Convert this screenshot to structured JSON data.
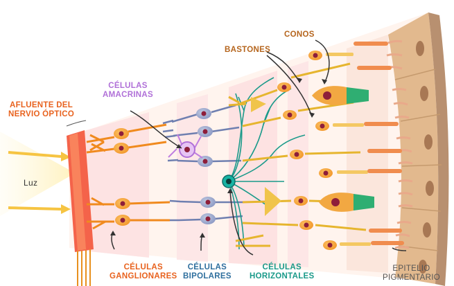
{
  "labels": {
    "afluente": {
      "line1": "AFLUENTE DEL",
      "line2": "NERVIO ÓPTICO"
    },
    "amacrinas": {
      "line1": "CÉLULAS",
      "line2": "AMACRINAS"
    },
    "bastones": "BASTONES",
    "conos": "CONOS",
    "luz": "Luz",
    "ganglionares": {
      "line1": "CÉLULAS",
      "line2": "GANGLIONARES"
    },
    "bipolares": {
      "line1": "CÉLULAS",
      "line2": "BIPOLARES"
    },
    "horizontales": {
      "line1": "CÉLULAS",
      "line2": "HORIZONTALES"
    },
    "epitelio": {
      "line1": "EPITELIO",
      "line2": "PIGMENTARIO"
    }
  },
  "colors": {
    "ganglionares": "#e8621e",
    "amacrinas": "#b070d8",
    "bastones": "#b5651d",
    "conos": "#b5651d",
    "bipolares": "#2f6f9e",
    "horizontales": "#1a9a8a",
    "epitelio": "#555555",
    "afluente": "#e8621e",
    "luz": "#333333"
  }
}
